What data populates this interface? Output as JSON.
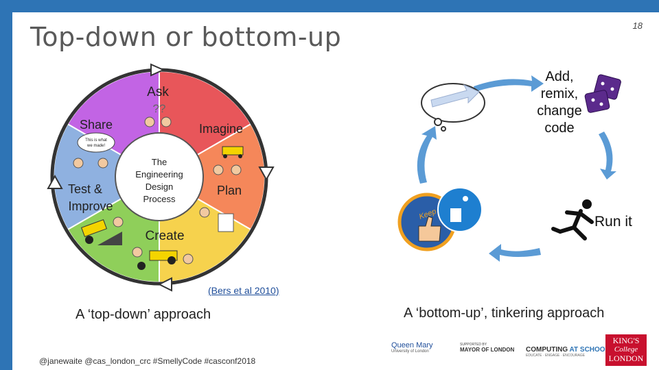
{
  "slide": {
    "title": "Top-down or bottom-up",
    "page_number": "18",
    "citation": "(Bers et al 2010)",
    "left_caption": "A  ‘top-down’ approach",
    "right_caption": "A ‘bottom-up’, tinkering approach",
    "footer": "@janewaite @cas_london_crc #SmellyCode #casconf2018"
  },
  "wheel": {
    "center": [
      "The",
      "Engineering",
      "Design",
      "Process"
    ],
    "segments": [
      {
        "label": "Ask",
        "color": "#e8565a"
      },
      {
        "label": "Imagine",
        "color": "#f5875a"
      },
      {
        "label": "Plan",
        "color": "#f6d24d"
      },
      {
        "label": "Create",
        "color": "#8fcf5a"
      },
      {
        "label": "Test &",
        "label2": "Improve",
        "color": "#8fb1e0"
      },
      {
        "label": "Share",
        "color": "#c264e4"
      }
    ],
    "ask_marks": "??",
    "share_bubble": [
      "This is what",
      "we made!"
    ]
  },
  "loop": {
    "step1": [
      "Add,",
      "remix,",
      "change",
      "code"
    ],
    "step2": "Run it",
    "badge_text": "Keep it"
  },
  "logos": {
    "qm": "Queen Mary",
    "qm_sub": "University of London",
    "mayor_sup": "SUPPORTED BY",
    "mayor": "MAYOR OF LONDON",
    "cas1": "COMPUTING",
    "cas2": "AT SCHOOL",
    "cas_sub": "EDUCATE · ENGAGE · ENCOURAGE",
    "kcl1": "KING'S",
    "kcl2": "College",
    "kcl3": "LONDON"
  }
}
